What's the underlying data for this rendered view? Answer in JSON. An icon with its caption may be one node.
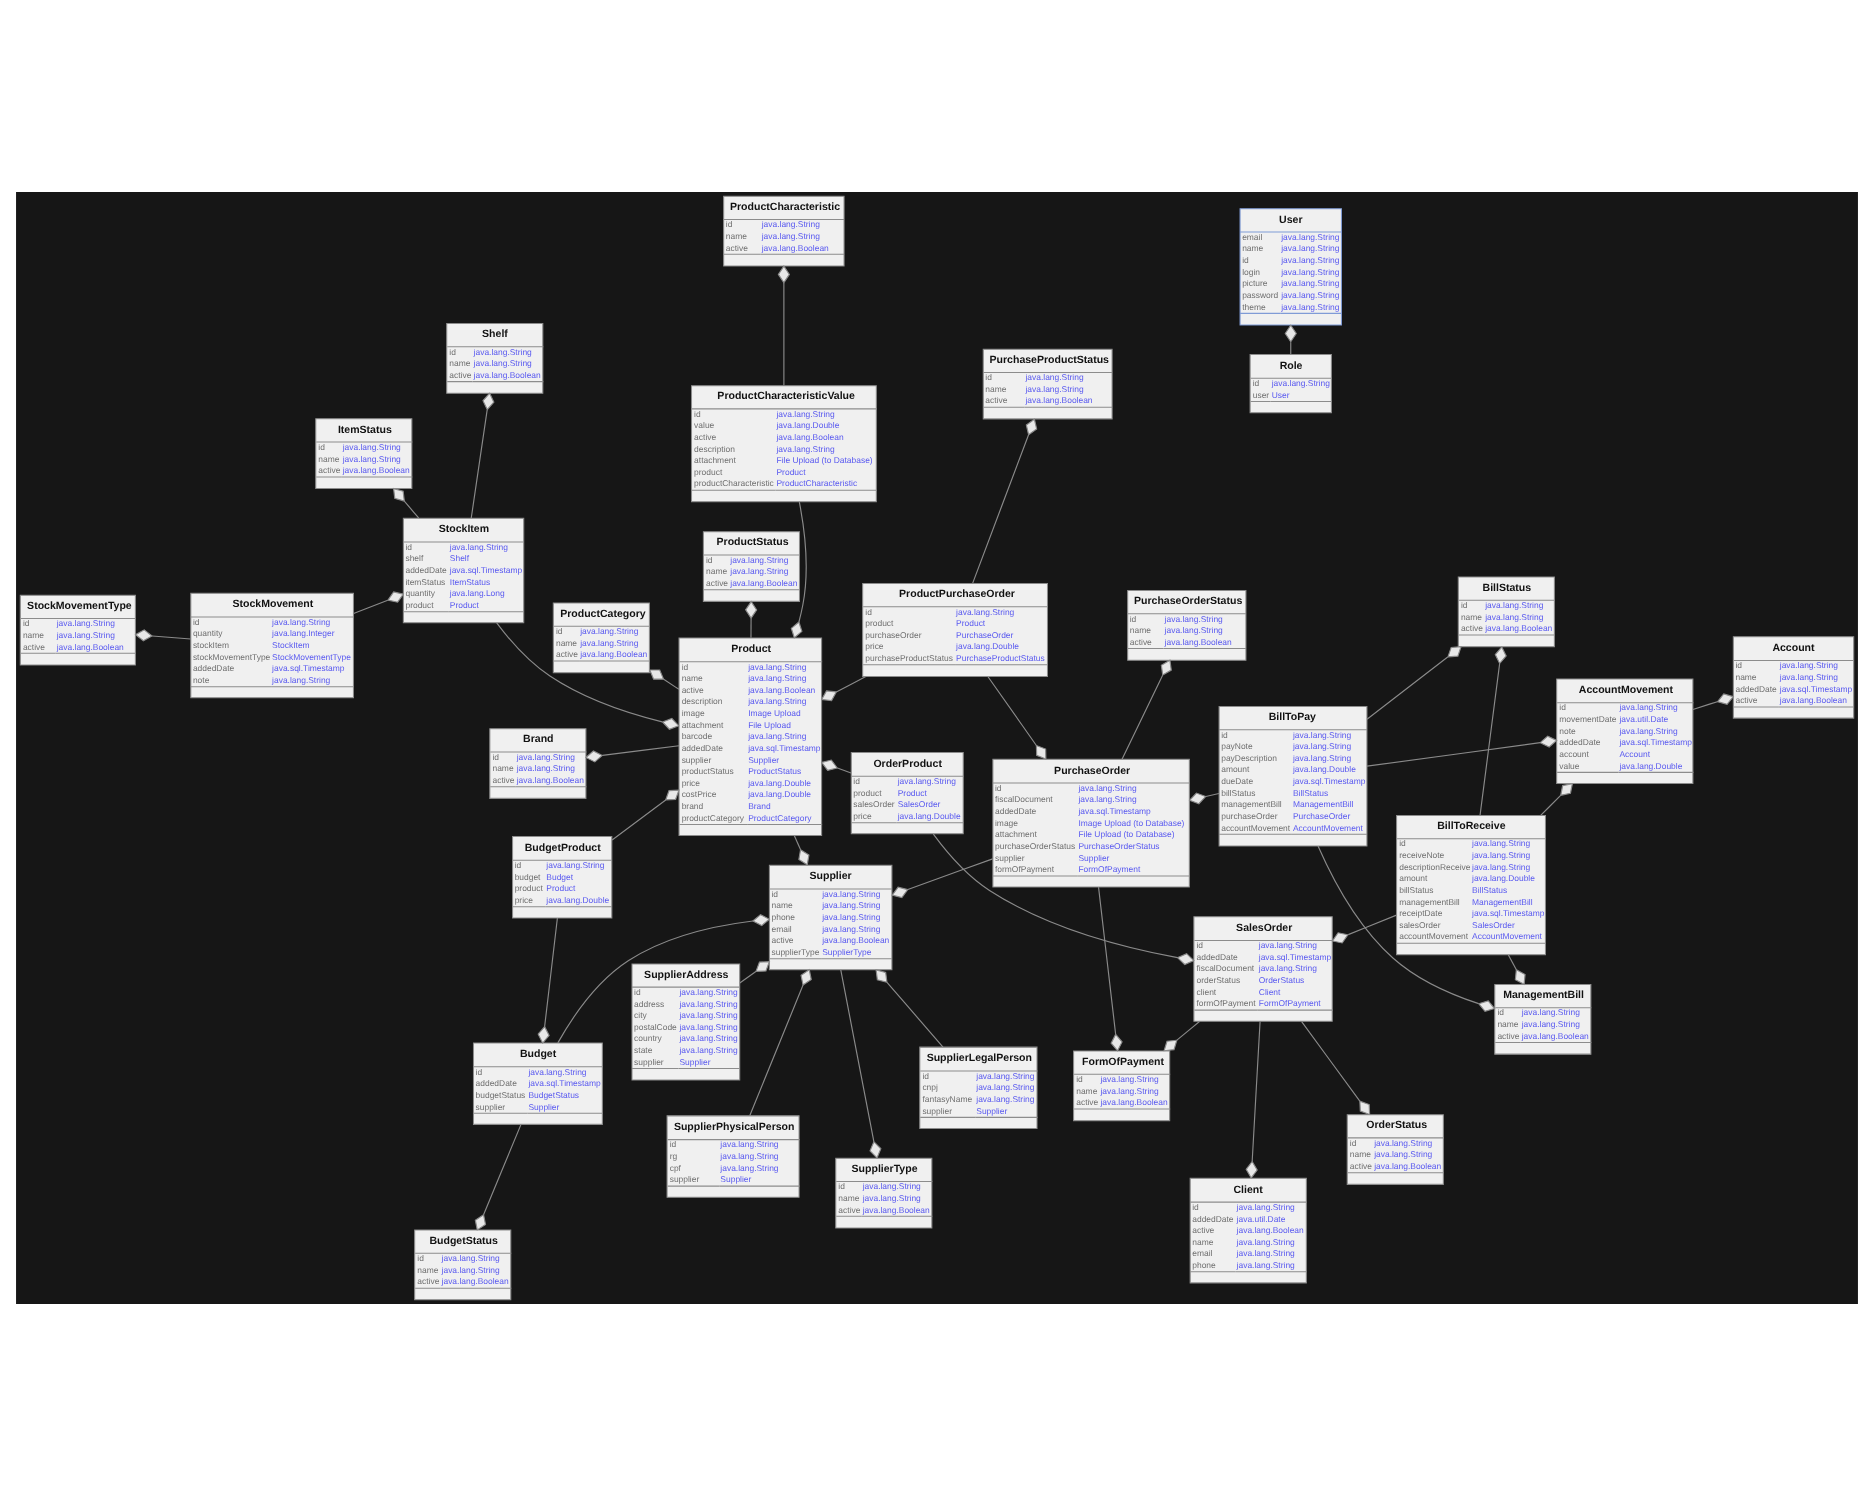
{
  "diagram": {
    "nodes": [
      {
        "text": [
          "User",
          "email",
          "java.lang.String",
          "name",
          "java.lang.String",
          "id",
          "java.lang.String",
          "login",
          "java.lang.String",
          "picture",
          "java.lang.String",
          "password",
          "java.lang.String",
          "theme",
          "java.lang.String"
        ]
      },
      {
        "text": [
          "ProductStatus",
          "id",
          "java.lang.String",
          "name",
          "java.lang.String",
          "active",
          "java.lang.Boolean"
        ]
      },
      {
        "text": [
          "Brand",
          "id",
          "java.lang.String",
          "name",
          "java.lang.String",
          "active",
          "java.lang.Boolean"
        ]
      },
      {
        "text": [
          "ProductCharacteristicValue",
          "id",
          "java.lang.String",
          "value",
          "java.lang.Double",
          "active",
          "java.lang.Boolean",
          "description",
          "java.lang.String",
          "attachment",
          "File Upload (to Database)",
          "product",
          "Product",
          "productCharacteristic",
          "ProductCharacteristic"
        ]
      },
      {
        "text": [
          "ProductCharacteristic",
          "id",
          "java.lang.String",
          "name",
          "java.lang.String",
          "active",
          "java.lang.Boolean"
        ]
      },
      {
        "text": [
          "SupplierPhysicalPerson",
          "id",
          "java.lang.String",
          "rg",
          "java.lang.String",
          "cpf",
          "java.lang.String",
          "supplier",
          "Supplier"
        ]
      },
      {
        "text": [
          "SupplierLegalPerson",
          "id",
          "java.lang.String",
          "cnpj",
          "java.lang.String",
          "fantasyName",
          "java.lang.String",
          "supplier",
          "Supplier"
        ]
      },
      {
        "text": [
          "ItemStatus",
          "id",
          "java.lang.String",
          "name",
          "java.lang.String",
          "active",
          "java.lang.Boolean"
        ]
      },
      {
        "text": [
          "ProductCategory",
          "id",
          "java.lang.String",
          "name",
          "java.lang.String",
          "active",
          "java.lang.Boolean"
        ]
      },
      {
        "text": [
          "Role",
          "id",
          "java.lang.String",
          "user",
          "User"
        ]
      },
      {
        "text": [
          "SupplierAddress",
          "id",
          "java.lang.String",
          "address",
          "java.lang.String",
          "city",
          "java.lang.String",
          "postalCode",
          "java.lang.String",
          "country",
          "java.lang.String",
          "state",
          "java.lang.String",
          "supplier",
          "Supplier"
        ]
      },
      {
        "text": [
          "Product",
          "id",
          "java.lang.String",
          "name",
          "java.lang.String",
          "active",
          "java.lang.Boolean",
          "description",
          "java.lang.String",
          "image",
          "Image Upload",
          "attachment",
          "File Upload",
          "barcode",
          "java.lang.String",
          "addedDate",
          "java.sql.Timestamp",
          "supplier",
          "Supplier",
          "productStatus",
          "ProductStatus",
          "price",
          "java.lang.Double",
          "costPrice",
          "java.lang.Double",
          "brand",
          "Brand",
          "productCategory",
          "ProductCategory"
        ]
      },
      {
        "text": [
          "StockItem",
          "id",
          "java.lang.String",
          "shelf",
          "Shelf",
          "addedDate",
          "java.sql.Timestamp",
          "itemStatus",
          "ItemStatus",
          "quantity",
          "java.lang.Long",
          "product",
          "Product"
        ]
      },
      {
        "text": [
          "Shelf",
          "id",
          "java.lang.String",
          "name",
          "java.lang.String",
          "active",
          "java.lang.Boolean"
        ]
      },
      {
        "text": [
          "Supplier",
          "id",
          "java.lang.String",
          "name",
          "java.lang.String",
          "phone",
          "java.lang.String",
          "email",
          "java.lang.String",
          "active",
          "java.lang.Boolean",
          "supplierType",
          "SupplierType"
        ]
      },
      {
        "text": [
          "SupplierType",
          "id",
          "java.lang.String",
          "name",
          "java.lang.String",
          "active",
          "java.lang.Boolean"
        ]
      },
      {
        "text": [
          "OrderProduct",
          "id",
          "java.lang.String",
          "product",
          "Product",
          "salesOrder",
          "SalesOrder",
          "price",
          "java.lang.Double"
        ]
      },
      {
        "text": [
          "StockMovementType",
          "id",
          "java.lang.String",
          "name",
          "java.lang.String",
          "active",
          "java.lang.Boolean"
        ]
      },
      {
        "text": [
          "StockMovement",
          "id",
          "java.lang.String",
          "quantity",
          "java.lang.Integer",
          "stockItem",
          "StockItem",
          "stockMovementType",
          "StockMovementType",
          "addedDate",
          "java.sql.Timestamp",
          "note",
          "java.lang.String"
        ]
      },
      {
        "text": [
          "BudgetProduct",
          "id",
          "java.lang.String",
          "budget",
          "Budget",
          "product",
          "Product",
          "price",
          "java.lang.Double"
        ]
      },
      {
        "text": [
          "ProductPurchaseOrder",
          "id",
          "java.lang.String",
          "product",
          "Product",
          "purchaseOrder",
          "PurchaseOrder",
          "price",
          "java.lang.Double",
          "purchaseProductStatus",
          "PurchaseProductStatus"
        ]
      },
      {
        "text": [
          "PurchaseOrder",
          "id",
          "java.lang.String",
          "fiscalDocument",
          "java.lang.String",
          "addedDate",
          "java.sql.Timestamp",
          "image",
          "Image Upload (to Database)",
          "attachment",
          "File Upload (to Database)",
          "purchaseOrderStatus",
          "PurchaseOrderStatus",
          "supplier",
          "Supplier",
          "formOfPayment",
          "FormOfPayment"
        ]
      },
      {
        "text": [
          "PurchaseOrderStatus",
          "id",
          "java.lang.String",
          "name",
          "java.lang.String",
          "active",
          "java.lang.Boolean"
        ]
      },
      {
        "text": [
          "SalesOrder",
          "id",
          "java.lang.String",
          "addedDate",
          "java.sql.Timestamp",
          "fiscalDocument",
          "java.lang.String",
          "orderStatus",
          "OrderStatus",
          "client",
          "Client",
          "formOfPayment",
          "FormOfPayment"
        ]
      },
      {
        "text": [
          "OrderStatus",
          "id",
          "java.lang.String",
          "name",
          "java.lang.String",
          "active",
          "java.lang.Boolean"
        ]
      },
      {
        "text": [
          "FormOfPayment",
          "id",
          "java.lang.String",
          "name",
          "java.lang.String",
          "active",
          "java.lang.Boolean"
        ]
      },
      {
        "text": [
          "PurchaseProductStatus",
          "id",
          "java.lang.String",
          "name",
          "java.lang.String",
          "active",
          "java.lang.Boolean"
        ]
      },
      {
        "text": [
          "Budget",
          "id",
          "java.lang.String",
          "addedDate",
          "java.sql.Timestamp",
          "budgetStatus",
          "BudgetStatus",
          "supplier",
          "Supplier"
        ]
      },
      {
        "text": [
          "BudgetStatus",
          "id",
          "java.lang.String",
          "name",
          "java.lang.String",
          "active",
          "java.lang.Boolean"
        ]
      },
      {
        "text": [
          "AccountMovement",
          "id",
          "java.lang.String",
          "movementDate",
          "java.util.Date",
          "note",
          "java.lang.String",
          "addedDate",
          "java.sql.Timestamp",
          "account",
          "Account",
          "value",
          "java.lang.Double"
        ]
      },
      {
        "text": [
          "Account",
          "id",
          "java.lang.String",
          "name",
          "java.lang.String",
          "addedDate",
          "java.sql.Timestamp",
          "active",
          "java.lang.Boolean"
        ]
      },
      {
        "text": [
          "Client",
          "id",
          "java.lang.String",
          "addedDate",
          "java.util.Date",
          "active",
          "java.lang.Boolean",
          "name",
          "java.lang.String",
          "email",
          "java.lang.String",
          "phone",
          "java.lang.String"
        ]
      },
      {
        "text": [
          "BillToPay",
          "id",
          "java.lang.String",
          "payNote",
          "java.lang.String",
          "payDescription",
          "java.lang.String",
          "amount",
          "java.lang.Double",
          "dueDate",
          "java.sql.Timestamp",
          "billStatus",
          "BillStatus",
          "managementBill",
          "ManagementBill",
          "purchaseOrder",
          "PurchaseOrder",
          "accountMovement",
          "AccountMovement"
        ]
      },
      {
        "text": [
          "BillToReceive",
          "id",
          "java.lang.String",
          "receiveNote",
          "java.lang.String",
          "descriptionReceive",
          "java.lang.String",
          "amount",
          "java.lang.Double",
          "billStatus",
          "BillStatus",
          "managementBill",
          "ManagementBill",
          "receiptDate",
          "java.sql.Timestamp",
          "salesOrder",
          "SalesOrder",
          "accountMovement",
          "AccountMovement"
        ]
      },
      {
        "text": [
          "BillStatus",
          "id",
          "java.lang.String",
          "name",
          "java.lang.String",
          "active",
          "java.lang.Boolean"
        ]
      },
      {
        "text": [
          "ManagementBill",
          "id",
          "java.lang.String",
          "name",
          "java.lang.String",
          "active",
          "java.lang.Boolean"
        ]
      }
    ],
    "edges": [
      {
        "from": 9,
        "to": 0,
        "arrow": "other"
      },
      {
        "from": 12,
        "to": 7,
        "arrow": "other"
      },
      {
        "from": 12,
        "to": 13,
        "arrow": "other"
      },
      {
        "from": 18,
        "to": 12,
        "arrow": "other"
      },
      {
        "from": 18,
        "to": 17,
        "arrow": "other"
      },
      {
        "from": 12,
        "to": 11,
        "arrow": "other"
      },
      {
        "from": 11,
        "to": 8,
        "arrow": "other"
      },
      {
        "from": 11,
        "to": 1,
        "arrow": "other"
      },
      {
        "from": 11,
        "to": 2,
        "arrow": "other"
      },
      {
        "from": 3,
        "to": 11,
        "arrow": "other"
      },
      {
        "from": 3,
        "to": 4,
        "arrow": "other"
      },
      {
        "from": 11,
        "to": 14,
        "arrow": "other"
      },
      {
        "from": 16,
        "to": 11,
        "arrow": "other"
      },
      {
        "from": 19,
        "to": 11,
        "arrow": "other"
      },
      {
        "from": 20,
        "to": 11,
        "arrow": "other"
      },
      {
        "from": 5,
        "to": 14,
        "arrow": "other"
      },
      {
        "from": 6,
        "to": 14,
        "arrow": "other"
      },
      {
        "from": 10,
        "to": 14,
        "arrow": "other"
      },
      {
        "from": 14,
        "to": 15,
        "arrow": "other"
      },
      {
        "from": 21,
        "to": 14,
        "arrow": "other"
      },
      {
        "from": 27,
        "to": 14,
        "arrow": "other"
      },
      {
        "from": 16,
        "to": 23,
        "arrow": "other"
      },
      {
        "from": 19,
        "to": 27,
        "arrow": "other"
      },
      {
        "from": 23,
        "to": 24,
        "arrow": "other"
      },
      {
        "from": 23,
        "to": 25,
        "arrow": "other"
      },
      {
        "from": 23,
        "to": 31,
        "arrow": "other"
      },
      {
        "from": 33,
        "to": 23,
        "arrow": "other"
      },
      {
        "from": 21,
        "to": 25,
        "arrow": "other"
      },
      {
        "from": 20,
        "to": 21,
        "arrow": "other"
      },
      {
        "from": 20,
        "to": 26,
        "arrow": "other"
      },
      {
        "from": 21,
        "to": 22,
        "arrow": "other"
      },
      {
        "from": 32,
        "to": 21,
        "arrow": "other"
      },
      {
        "from": 27,
        "to": 28,
        "arrow": "other"
      },
      {
        "from": 29,
        "to": 30,
        "arrow": "other"
      },
      {
        "from": 33,
        "to": 29,
        "arrow": "other"
      },
      {
        "from": 32,
        "to": 29,
        "arrow": "other"
      },
      {
        "from": 33,
        "to": 34,
        "arrow": "other"
      },
      {
        "from": 32,
        "to": 34,
        "arrow": "other"
      },
      {
        "from": 33,
        "to": 35,
        "arrow": "other"
      },
      {
        "from": 32,
        "to": 35,
        "arrow": "other"
      }
    ]
  }
}
